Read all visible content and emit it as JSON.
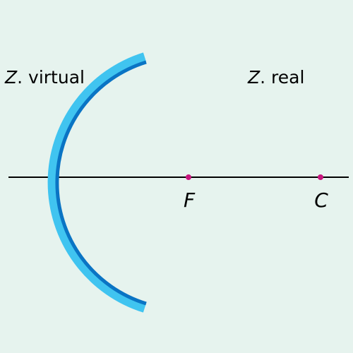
{
  "zones": {
    "virtual": {
      "letter": "Z",
      "text": ". virtual"
    },
    "real": {
      "letter": "Z",
      "text": ". real"
    }
  },
  "points": {
    "focus": {
      "label": "F"
    },
    "center": {
      "label": "C"
    }
  },
  "colors": {
    "background": "#e6f3ee",
    "mirror_outer": "#40c4f0",
    "mirror_inner": "#0a74c4",
    "axis": "#000000",
    "point": "#c8157e"
  }
}
